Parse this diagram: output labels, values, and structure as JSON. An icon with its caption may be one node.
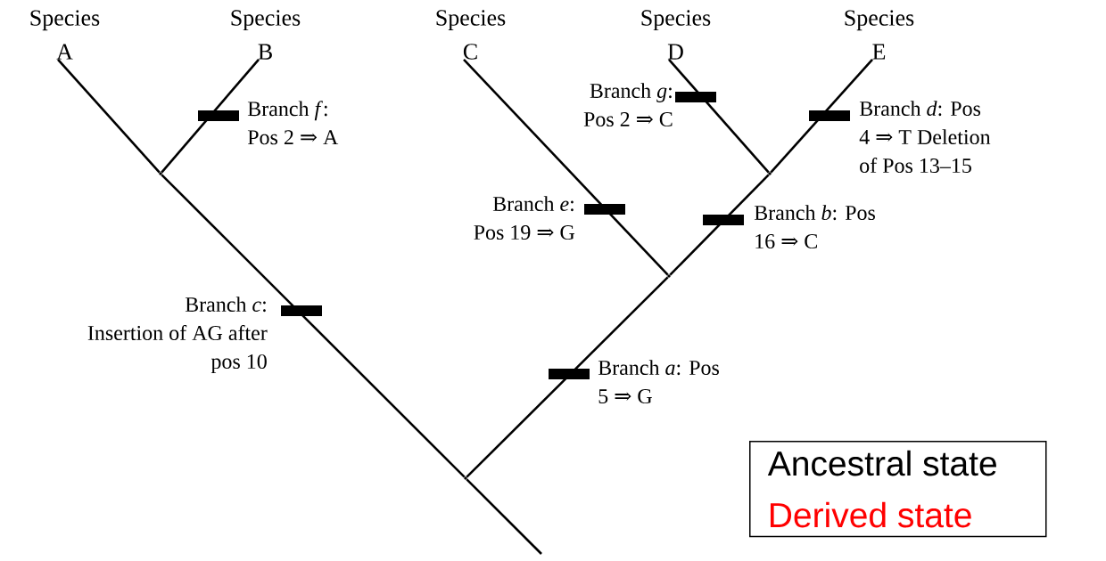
{
  "diagram": {
    "nodes": [
      {
        "text": [
          "Species A"
        ]
      },
      {
        "text": [
          "Species B"
        ]
      },
      {
        "text": [
          "Species C"
        ]
      },
      {
        "text": [
          "Species D"
        ]
      },
      {
        "text": [
          "Species E"
        ]
      },
      {
        "text": [],
        "shape": "dot"
      },
      {
        "text": [],
        "shape": "dot"
      },
      {
        "text": [],
        "shape": "dot"
      },
      {
        "text": [],
        "shape": "dot"
      },
      {
        "text": [
          "Ancestral state",
          "Derived state"
        ]
      }
    ],
    "edges": [
      {
        "from": 0,
        "to": 5,
        "arrow": "none"
      },
      {
        "from": 1,
        "to": 5,
        "arrow": "none",
        "label": "Branch *f*: Pos 2 ⇒ A"
      },
      {
        "from": 5,
        "to": 8,
        "arrow": "none",
        "label": "Branch *c*: Insertion of AG after pos 10"
      },
      {
        "from": 2,
        "to": 7,
        "arrow": "none",
        "label": "Branch *e*: Pos 19 ⇒ G"
      },
      {
        "from": 3,
        "to": 6,
        "arrow": "none",
        "label": "Branch *g*: Pos 2 ⇒ C"
      },
      {
        "from": 4,
        "to": 6,
        "arrow": "none",
        "label": "Branch *d*: Pos 4 ⇒ T Deletion of Pos 13–15"
      },
      {
        "from": 6,
        "to": 7,
        "arrow": "none",
        "label": "Branch *b*: Pos 16 ⇒ C"
      },
      {
        "from": 7,
        "to": 8,
        "arrow": "none",
        "label": "Branch *a*: Pos 5 ⇒ G"
      },
      {
        "from": 8,
        "to": null,
        "arrow": "none"
      }
    ]
  }
}
